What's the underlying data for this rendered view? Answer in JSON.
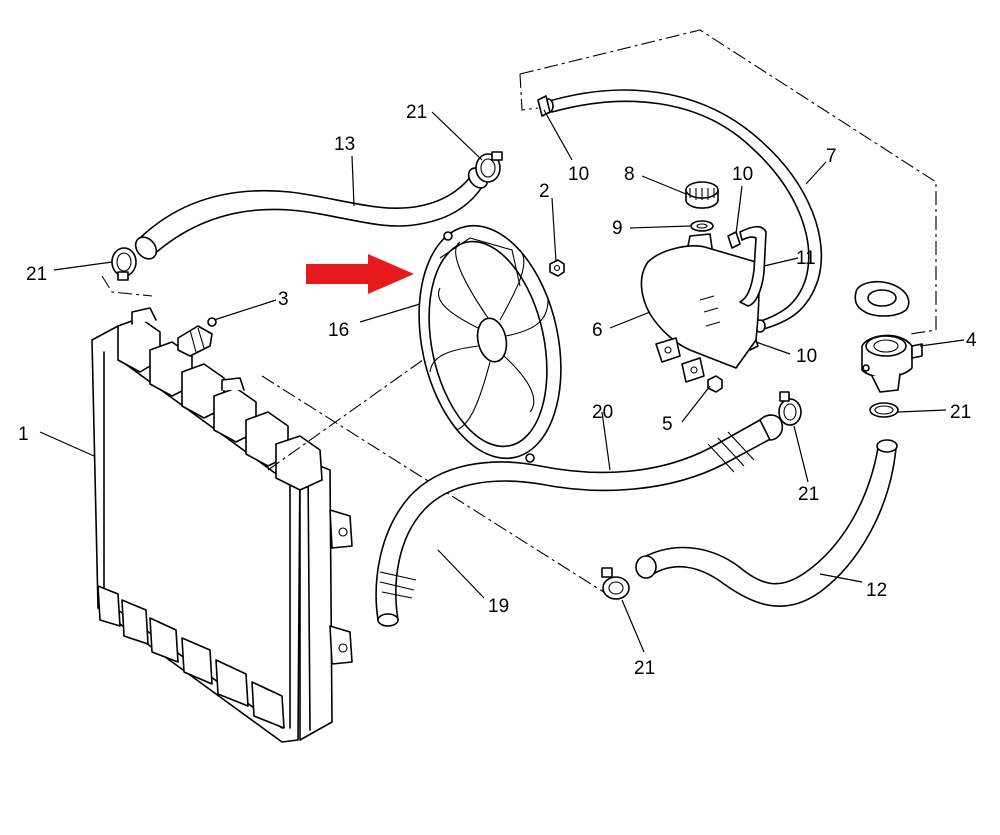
{
  "diagram": {
    "callouts": {
      "c1": "1",
      "c2": "2",
      "c3": "3",
      "c4": "4",
      "c5": "5",
      "c6": "6",
      "c7": "7",
      "c8": "8",
      "c9": "9",
      "c10a": "10",
      "c10b": "10",
      "c10c": "10",
      "c11": "11",
      "c12": "12",
      "c13": "13",
      "c16": "16",
      "c19": "19",
      "c20": "20",
      "c21a": "21",
      "c21b": "21",
      "c21c": "21",
      "c21d": "21",
      "c21e": "21"
    },
    "highlight_arrow_color": "#e8191d",
    "line_color": "#000000",
    "background": "#ffffff"
  }
}
